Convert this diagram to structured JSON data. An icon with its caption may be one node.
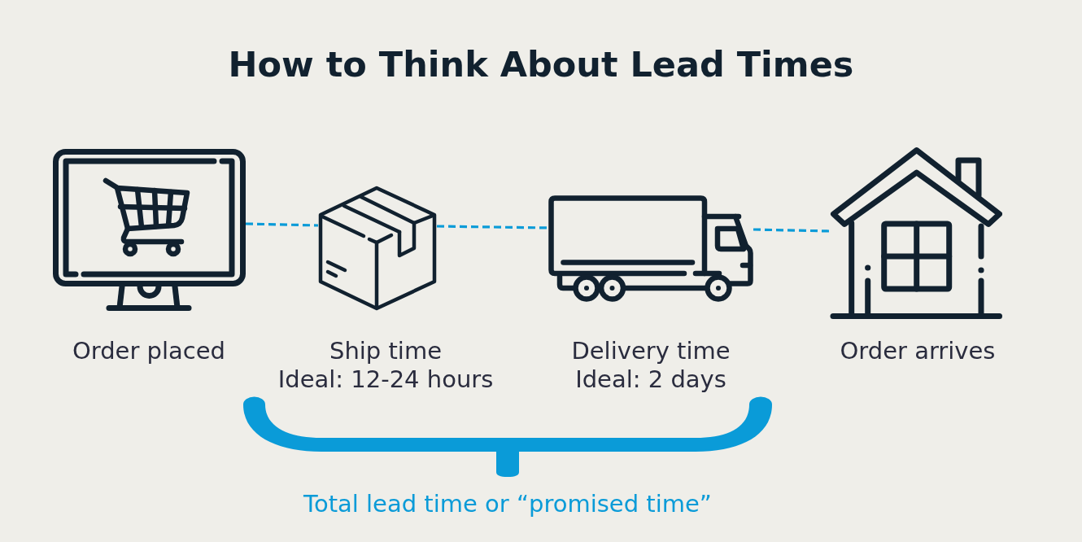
{
  "diagram": {
    "title": "How to Think About Lead Times",
    "nodes": [
      {
        "text": [],
        "shape": "picture",
        "beside": [
          "Order placed"
        ]
      },
      {
        "text": [],
        "shape": "picture",
        "beside": [
          "Ship time",
          "Ideal: 12-24 hours"
        ]
      },
      {
        "text": [],
        "shape": "picture",
        "beside": [
          "Delivery time",
          "Ideal: 2 days"
        ]
      },
      {
        "text": [],
        "shape": "picture",
        "beside": [
          "Order arrives"
        ]
      },
      {
        "text": [],
        "shape": "bracket",
        "beside": [
          "Total lead time or “promised time”"
        ]
      }
    ],
    "edges": [
      {
        "from": 0,
        "to": 1,
        "arrow": "none",
        "style": "dashed"
      },
      {
        "from": 1,
        "to": 2,
        "arrow": "none",
        "style": "dashed"
      },
      {
        "from": 2,
        "to": 3,
        "arrow": "none",
        "style": "dashed"
      }
    ]
  }
}
